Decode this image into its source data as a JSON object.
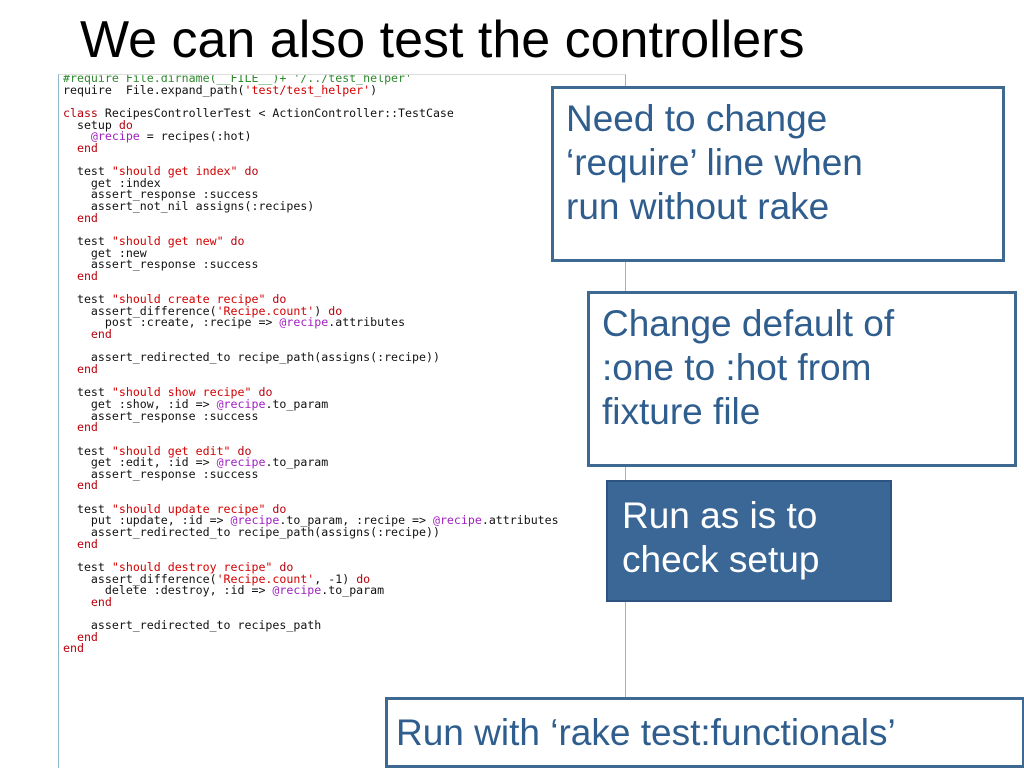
{
  "slide": {
    "title": "We can also test the controllers"
  },
  "code_lines": [
    [
      {
        "t": "#require File.dirname(__FILE__)+ '/../test_helper'",
        "c": "comment"
      }
    ],
    [
      {
        "t": "require",
        "c": "plain"
      },
      {
        "t": "  File.expand_path(",
        "c": "plain"
      },
      {
        "t": "'test/test_helper'",
        "c": "str"
      },
      {
        "t": ")",
        "c": "plain"
      }
    ],
    [
      {
        "t": "",
        "c": "plain"
      }
    ],
    [
      {
        "t": "class",
        "c": "kw"
      },
      {
        "t": " RecipesControllerTest < ActionController::TestCase",
        "c": "plain"
      }
    ],
    [
      {
        "t": "  setup ",
        "c": "plain"
      },
      {
        "t": "do",
        "c": "kw"
      }
    ],
    [
      {
        "t": "    ",
        "c": "plain"
      },
      {
        "t": "@recipe",
        "c": "ivar"
      },
      {
        "t": " = recipes(:hot)",
        "c": "plain"
      }
    ],
    [
      {
        "t": "  end",
        "c": "kw"
      }
    ],
    [
      {
        "t": "",
        "c": "plain"
      }
    ],
    [
      {
        "t": "  test ",
        "c": "plain"
      },
      {
        "t": "\"should get index\"",
        "c": "str"
      },
      {
        "t": " do",
        "c": "kw"
      }
    ],
    [
      {
        "t": "    get :index",
        "c": "plain"
      }
    ],
    [
      {
        "t": "    assert_response :success",
        "c": "plain"
      }
    ],
    [
      {
        "t": "    assert_not_nil assigns(:recipes)",
        "c": "plain"
      }
    ],
    [
      {
        "t": "  end",
        "c": "kw"
      }
    ],
    [
      {
        "t": "",
        "c": "plain"
      }
    ],
    [
      {
        "t": "  test ",
        "c": "plain"
      },
      {
        "t": "\"should get new\"",
        "c": "str"
      },
      {
        "t": " do",
        "c": "kw"
      }
    ],
    [
      {
        "t": "    get :new",
        "c": "plain"
      }
    ],
    [
      {
        "t": "    assert_response :success",
        "c": "plain"
      }
    ],
    [
      {
        "t": "  end",
        "c": "kw"
      }
    ],
    [
      {
        "t": "",
        "c": "plain"
      }
    ],
    [
      {
        "t": "  test ",
        "c": "plain"
      },
      {
        "t": "\"should create recipe\"",
        "c": "str"
      },
      {
        "t": " do",
        "c": "kw"
      }
    ],
    [
      {
        "t": "    assert_difference(",
        "c": "plain"
      },
      {
        "t": "'Recipe.count'",
        "c": "str"
      },
      {
        "t": ") ",
        "c": "plain"
      },
      {
        "t": "do",
        "c": "kw"
      }
    ],
    [
      {
        "t": "      post :create, :recipe => ",
        "c": "plain"
      },
      {
        "t": "@recipe",
        "c": "ivar"
      },
      {
        "t": ".attributes",
        "c": "plain"
      }
    ],
    [
      {
        "t": "    end",
        "c": "kw"
      }
    ],
    [
      {
        "t": "",
        "c": "plain"
      }
    ],
    [
      {
        "t": "    assert_redirected_to recipe_path(assigns(:recipe))",
        "c": "plain"
      }
    ],
    [
      {
        "t": "  end",
        "c": "kw"
      }
    ],
    [
      {
        "t": "",
        "c": "plain"
      }
    ],
    [
      {
        "t": "  test ",
        "c": "plain"
      },
      {
        "t": "\"should show recipe\"",
        "c": "str"
      },
      {
        "t": " do",
        "c": "kw"
      }
    ],
    [
      {
        "t": "    get :show, :id => ",
        "c": "plain"
      },
      {
        "t": "@recipe",
        "c": "ivar"
      },
      {
        "t": ".to_param",
        "c": "plain"
      }
    ],
    [
      {
        "t": "    assert_response :success",
        "c": "plain"
      }
    ],
    [
      {
        "t": "  end",
        "c": "kw"
      }
    ],
    [
      {
        "t": "",
        "c": "plain"
      }
    ],
    [
      {
        "t": "  test ",
        "c": "plain"
      },
      {
        "t": "\"should get edit\"",
        "c": "str"
      },
      {
        "t": " do",
        "c": "kw"
      }
    ],
    [
      {
        "t": "    get :edit, :id => ",
        "c": "plain"
      },
      {
        "t": "@recipe",
        "c": "ivar"
      },
      {
        "t": ".to_param",
        "c": "plain"
      }
    ],
    [
      {
        "t": "    assert_response :success",
        "c": "plain"
      }
    ],
    [
      {
        "t": "  end",
        "c": "kw"
      }
    ],
    [
      {
        "t": "",
        "c": "plain"
      }
    ],
    [
      {
        "t": "  test ",
        "c": "plain"
      },
      {
        "t": "\"should update recipe\"",
        "c": "str"
      },
      {
        "t": " do",
        "c": "kw"
      }
    ],
    [
      {
        "t": "    put :update, :id => ",
        "c": "plain"
      },
      {
        "t": "@recipe",
        "c": "ivar"
      },
      {
        "t": ".to_param, :recipe => ",
        "c": "plain"
      },
      {
        "t": "@recipe",
        "c": "ivar"
      },
      {
        "t": ".attributes",
        "c": "plain"
      }
    ],
    [
      {
        "t": "    assert_redirected_to recipe_path(assigns(:recipe))",
        "c": "plain"
      }
    ],
    [
      {
        "t": "  end",
        "c": "kw"
      }
    ],
    [
      {
        "t": "",
        "c": "plain"
      }
    ],
    [
      {
        "t": "  test ",
        "c": "plain"
      },
      {
        "t": "\"should destroy recipe\"",
        "c": "str"
      },
      {
        "t": " do",
        "c": "kw"
      }
    ],
    [
      {
        "t": "    assert_difference(",
        "c": "plain"
      },
      {
        "t": "'Recipe.count'",
        "c": "str"
      },
      {
        "t": ", -1) ",
        "c": "plain"
      },
      {
        "t": "do",
        "c": "kw"
      }
    ],
    [
      {
        "t": "      delete :destroy, :id => ",
        "c": "plain"
      },
      {
        "t": "@recipe",
        "c": "ivar"
      },
      {
        "t": ".to_param",
        "c": "plain"
      }
    ],
    [
      {
        "t": "    end",
        "c": "kw"
      }
    ],
    [
      {
        "t": "",
        "c": "plain"
      }
    ],
    [
      {
        "t": "    assert_redirected_to recipes_path",
        "c": "plain"
      }
    ],
    [
      {
        "t": "  end",
        "c": "kw"
      }
    ],
    [
      {
        "t": "end",
        "c": "kw"
      }
    ]
  ],
  "callouts": {
    "require_note": [
      "Need to change",
      "‘require’ line when",
      "run without rake"
    ],
    "fixture_note": [
      "Change default of",
      ":one to :hot from",
      "fixture file"
    ],
    "run_note": [
      "Run as is to",
      "check setup"
    ],
    "rake_note": [
      "Run with ‘rake test:functionals’"
    ]
  },
  "colors": {
    "callout_border": "#3e6a91",
    "callout_text": "#2f5e8e",
    "callout_fill_dark": "#3b6796",
    "code_comment": "#2d8a2d",
    "code_keyword": "#b8000c",
    "code_string": "#d40000",
    "code_ivar": "#a020c0"
  }
}
